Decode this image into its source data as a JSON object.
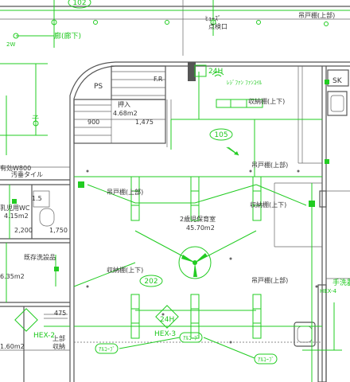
{
  "labels": {
    "top_circle": "102",
    "fuse": "ﾋｭｰｽﾞ",
    "tenkenko": "点検口",
    "tsurito_top": "吊戸棚(上部)",
    "corridor": "廊(廊下)",
    "left_tag": "2W",
    "ko": "子",
    "ps": "PS",
    "wakare": "F.R",
    "kanban": "押入",
    "area_kanban": "4.68m2",
    "dim_900": "900",
    "dim_1475": "1,475",
    "h24": "24H",
    "fan_label": "ﾚｼﾞﾌｧﾝ ﾌｧﾝｺｲﾙ",
    "sk": "SK",
    "storage_top": "収納棚(上下)",
    "circle_105": "105",
    "tsurito_right1": "吊戸棚(上部)",
    "tsurito_left": "吊戸棚(上部)",
    "storage_mid": "収納棚(上下)",
    "room_name": "2歳児保育室",
    "room_area": "45.70m2",
    "dim_800": "有効W800",
    "tile": "汚垂タイル",
    "wc_label": "乳児用WC",
    "wc_area": "4.15m2",
    "dim_2200": "2,200",
    "dim_1750": "1,750",
    "laundry": "既存洗設品",
    "area_635": "6.35m2",
    "storage_low": "収納棚(上下)",
    "circle_202": "202",
    "tsurito_right2": "吊戸棚(上部)",
    "h24_bottom": "24H",
    "hex3": "HEX-3",
    "hex2": "HEX-2",
    "dim_475": "475",
    "area_160": "1.60m2",
    "jobu": "上部",
    "shuno": "収納",
    "handwash": "手洗器",
    "handwash_sub": "HEX-4",
    "bottom_tag1": "ｱﾙｺｰﾌﾞ",
    "bottom_tag2": "ｱﾙｺｰﾌﾞ",
    "bottom_tag3": "ｱﾙｺｰﾌﾞ",
    "dim_1_5": "1.5"
  },
  "colors": {
    "green": "#22cc22",
    "wall": "#555555"
  }
}
